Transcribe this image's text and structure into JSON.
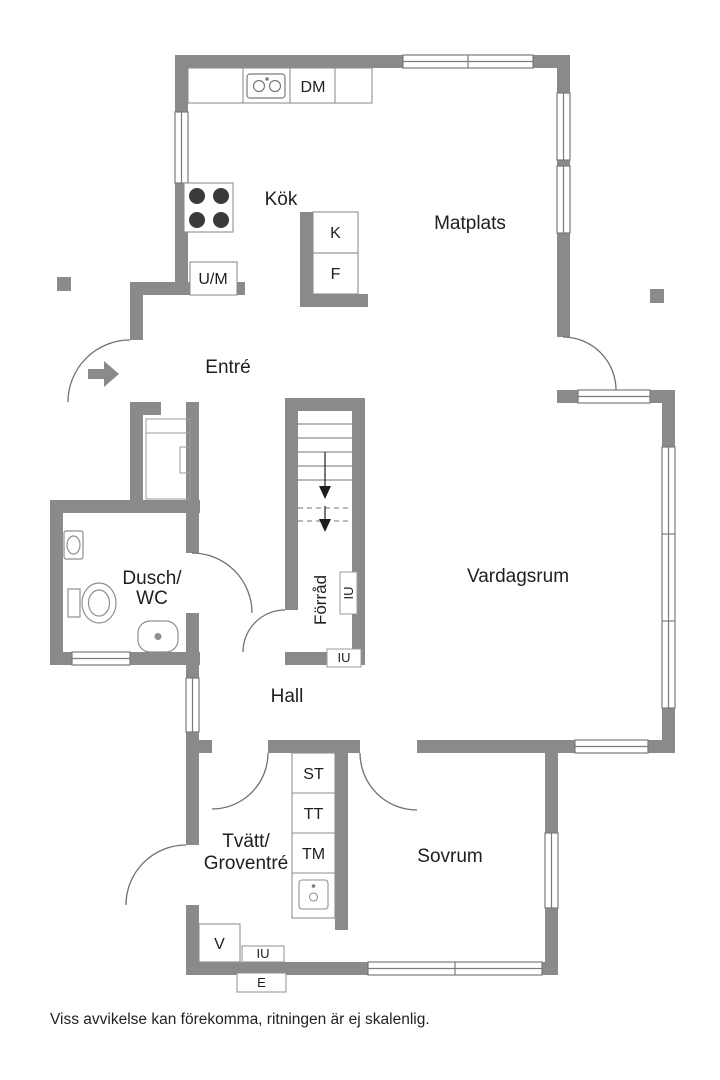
{
  "colors": {
    "wall": "#8A8A8A",
    "bg": "#FFFFFF",
    "text": "#1E1E1E"
  },
  "rooms": {
    "kok": "Kök",
    "matplats": "Matplats",
    "entre": "Entré",
    "vardagsrum": "Vardagsrum",
    "dusch_wc": [
      "Dusch/",
      "WC"
    ],
    "forrad": "Förråd",
    "hall": "Hall",
    "tvatt": [
      "Tvätt/",
      "Groventré"
    ],
    "sovrum": "Sovrum"
  },
  "labels": {
    "dm": "DM",
    "k": "K",
    "f": "F",
    "um": "U/M",
    "st": "ST",
    "tt": "TT",
    "tm": "TM",
    "v": "V",
    "iu_stair_vertical": "IU",
    "iu_stair_bottom": "IU",
    "iu_laundry": "IU",
    "e": "E"
  },
  "disclaimer": "Viss avvikelse kan förekomma, ritningen är ej skalenlig."
}
